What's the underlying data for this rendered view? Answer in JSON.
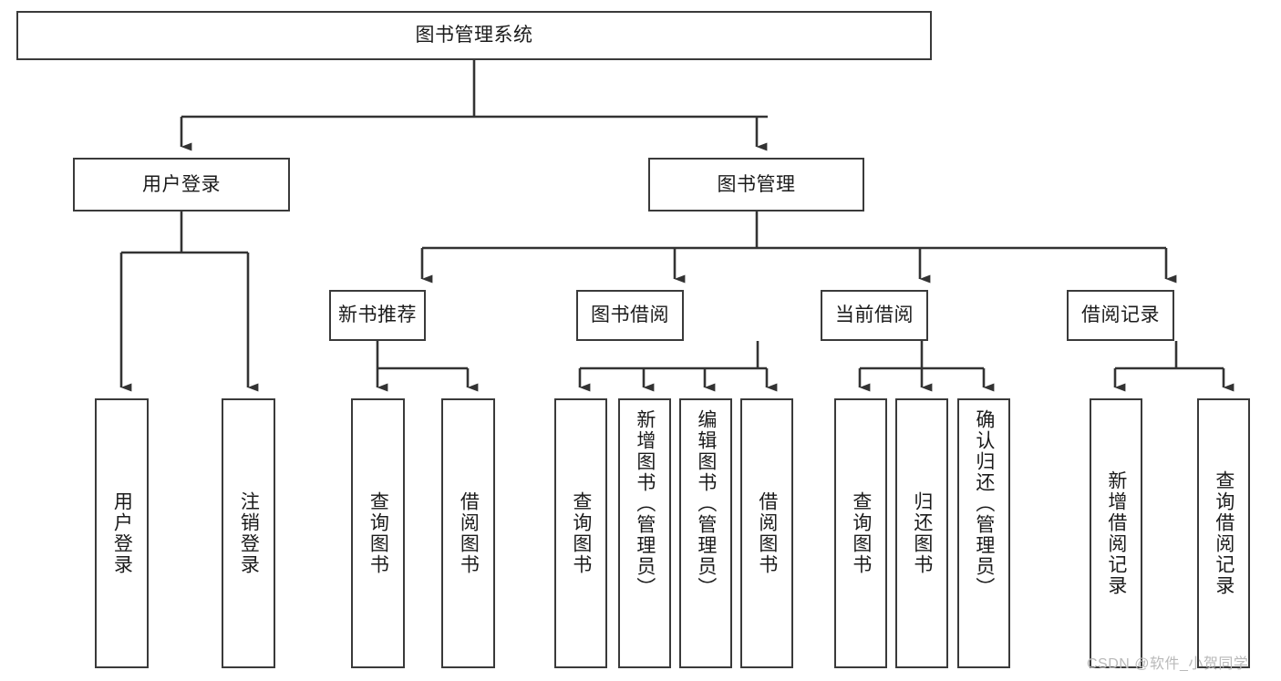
{
  "diagram": {
    "title": "图书管理系统",
    "watermark": "CSDN @软件_小贺同学",
    "colors": {
      "box_border": "#3a3a3a",
      "box_fill": "#ffffff",
      "connector": "#333333",
      "text": "#1b1b1b",
      "watermark": "#b9b9b9",
      "background": "#ffffff"
    },
    "root": {
      "label": "图书管理系统"
    },
    "level1": [
      {
        "label": "用户登录"
      },
      {
        "label": "图书管理"
      }
    ],
    "level2": [
      {
        "label": "新书推荐"
      },
      {
        "label": "图书借阅"
      },
      {
        "label": "当前借阅"
      },
      {
        "label": "借阅记录"
      }
    ],
    "leaves": {
      "user_login": [
        {
          "label": "用户登录"
        },
        {
          "label": "注销登录"
        }
      ],
      "new_book": [
        {
          "label": "查询图书"
        },
        {
          "label": "借阅图书"
        }
      ],
      "borrow": [
        {
          "label": "查询图书"
        },
        {
          "label": "新增图书（管理员）"
        },
        {
          "label": "编辑图书（管理员）"
        },
        {
          "label": "借阅图书"
        }
      ],
      "current": [
        {
          "label": "查询图书"
        },
        {
          "label": "归还图书"
        },
        {
          "label": "确认归还（管理员）"
        }
      ],
      "records": [
        {
          "label": "新增借阅记录"
        },
        {
          "label": "查询借阅记录"
        }
      ]
    }
  }
}
